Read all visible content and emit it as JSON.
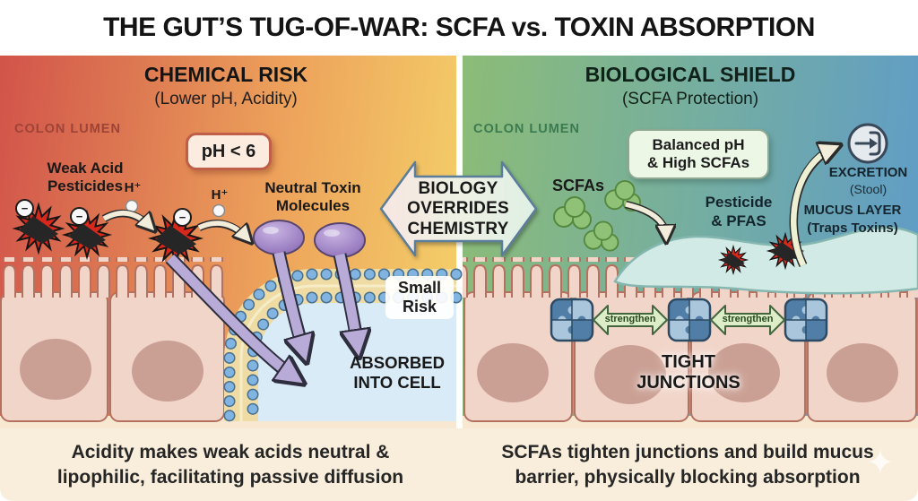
{
  "title": "THE GUT’S TUG-OF-WAR: SCFA vs. TOXIN ABSORPTION",
  "colors": {
    "left_gradient_start": "#d2544a",
    "left_gradient_end": "#f4d169",
    "right_gradient_start": "#8cbc77",
    "right_gradient_end": "#5f9cc8",
    "caption_bg": "#f9eedb",
    "toxin_red": "#d8281c",
    "scfa_green": "#8fc277",
    "membrane_blue": "#82b4e2",
    "arrow_purple": "#b9abd8"
  },
  "left_panel": {
    "heading": "CHEMICAL RISK",
    "subheading": "(Lower pH, Acidity)",
    "lumen_label": "COLON LUMEN",
    "ph_badge": "pH < 6",
    "weak_acid_label": "Weak Acid\nPesticides",
    "h_plus_1": "H⁺",
    "h_plus_2": "H⁺",
    "minus_1": "−",
    "minus_2": "−",
    "minus_3": "−",
    "neutral_toxin_label": "Neutral Toxin\nMolecules",
    "small_risk_label": "Small\nRisk",
    "absorbed_label": "ABSORBED\nINTO CELL",
    "caption": "Acidity makes weak acids neutral &\nlipophilic, facilitating passive diffusion"
  },
  "center": {
    "arrow_label": "BIOLOGY\nOVERRIDES\nCHEMISTRY"
  },
  "right_panel": {
    "heading": "BIOLOGICAL SHIELD",
    "subheading": "(SCFA Protection)",
    "lumen_label": "COLON LUMEN",
    "balance_badge": "Balanced pH\n& High SCFAs",
    "scfa_label": "SCFAs",
    "pesticide_label": "Pesticide\n& PFAS",
    "excretion_label": "EXCRETION",
    "excretion_sub": "(Stool)",
    "mucus_label": "MUCUS LAYER\n(Traps Toxins)",
    "strengthen_1": "strengthen",
    "strengthen_2": "strengthen",
    "tight_junctions_label": "TIGHT\nJUNCTIONS",
    "caption": "SCFAs tighten junctions and build mucus\nbarrier, physically blocking absorption"
  },
  "icons": {
    "sparkle": "✦"
  }
}
